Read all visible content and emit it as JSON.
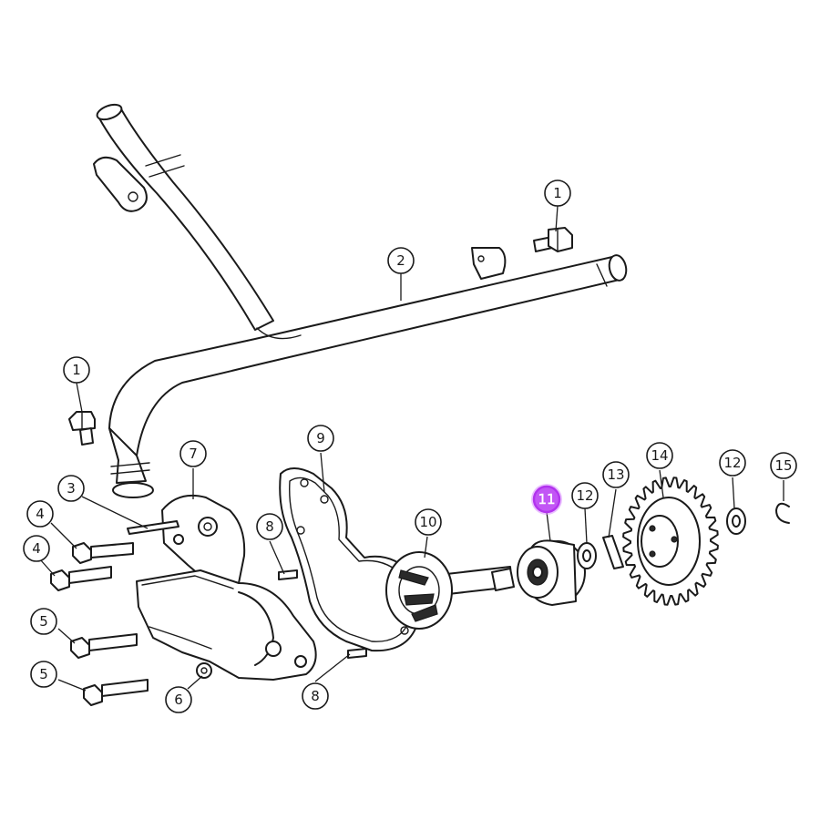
{
  "diagram": {
    "highlight_color": "#c256f5",
    "callouts": [
      {
        "id": "c1a",
        "label": "1",
        "highlighted": false
      },
      {
        "id": "c1b",
        "label": "1",
        "highlighted": false
      },
      {
        "id": "c2",
        "label": "2",
        "highlighted": false
      },
      {
        "id": "c3",
        "label": "3",
        "highlighted": false
      },
      {
        "id": "c4a",
        "label": "4",
        "highlighted": false
      },
      {
        "id": "c4b",
        "label": "4",
        "highlighted": false
      },
      {
        "id": "c5a",
        "label": "5",
        "highlighted": false
      },
      {
        "id": "c5b",
        "label": "5",
        "highlighted": false
      },
      {
        "id": "c6",
        "label": "6",
        "highlighted": false
      },
      {
        "id": "c7",
        "label": "7",
        "highlighted": false
      },
      {
        "id": "c8a",
        "label": "8",
        "highlighted": false
      },
      {
        "id": "c8b",
        "label": "8",
        "highlighted": false
      },
      {
        "id": "c9",
        "label": "9",
        "highlighted": false
      },
      {
        "id": "c10",
        "label": "10",
        "highlighted": false
      },
      {
        "id": "c11",
        "label": "11",
        "highlighted": true
      },
      {
        "id": "c12a",
        "label": "12",
        "highlighted": false
      },
      {
        "id": "c12b",
        "label": "12",
        "highlighted": false
      },
      {
        "id": "c13",
        "label": "13",
        "highlighted": false
      },
      {
        "id": "c14",
        "label": "14",
        "highlighted": false
      },
      {
        "id": "c15",
        "label": "15",
        "highlighted": false
      }
    ]
  }
}
